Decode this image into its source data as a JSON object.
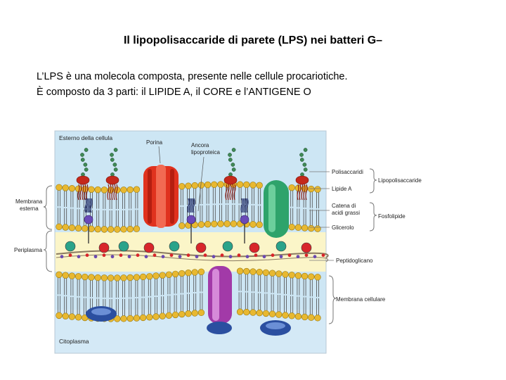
{
  "slide": {
    "title": "Il lipopolisaccaride di parete (LPS) nei batteri G–",
    "paragraph": [
      "L’LPS è una molecola composta, presente nelle cellule procariotiche.",
      "È composto da 3 parti: il LIPIDE A, il CORE e l’ANTIGENE O"
    ]
  },
  "figure": {
    "top_label": "Esterno della cellula",
    "porin_label": "Porina",
    "anchor_label": [
      "Ancora",
      "lipoproteica"
    ],
    "bottom_label": "Citoplasma",
    "left_labels": {
      "outer_membrane": [
        "Membrana",
        "esterna"
      ],
      "periplasm": "Periplasma"
    },
    "right_labels": {
      "polysaccharides": "Polisaccaridi",
      "lipid_a": "Lipide A",
      "lipopolysaccharide": "Lipopolisaccaride",
      "fatty_acid_chain": [
        "Catena di",
        "acidi grassi"
      ],
      "phospholipid": "Fosfolipide",
      "glycerol": "Glicerolo",
      "peptidoglycan": "Peptidoglicano",
      "cell_membrane": "Membrana cellulare"
    },
    "colors": {
      "background": "#cde6f4",
      "periplasm": "#fbf5c8",
      "lipid_head": "#e8b830",
      "porin": "#e0321e",
      "green_protein": "#2ea36b",
      "purple_protein": "#a23aa8",
      "blue_protein": "#2b4fa0",
      "lps_red": "#c4281b"
    }
  }
}
